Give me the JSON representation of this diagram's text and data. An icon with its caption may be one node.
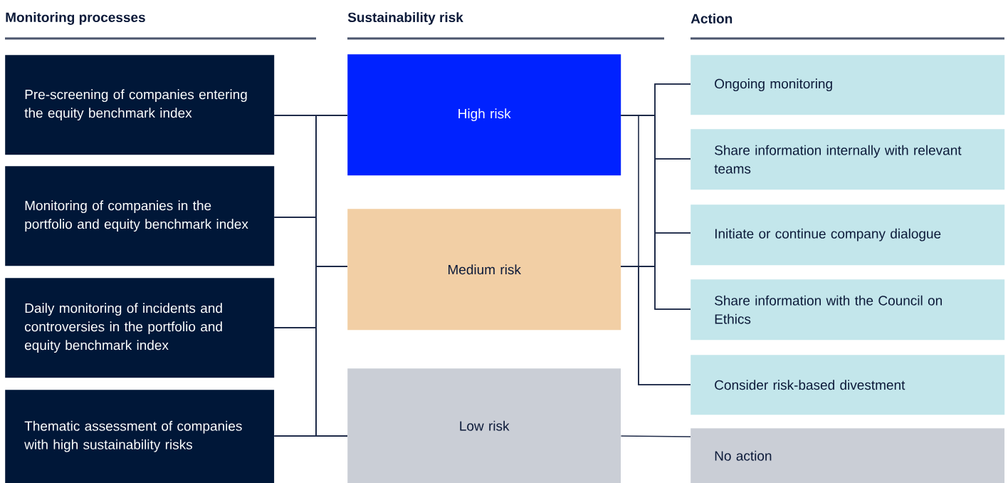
{
  "diagram": {
    "nodes": [
      {
        "text": [
          "Pre-screening of companies entering the equity benchmark index"
        ]
      },
      {
        "text": [
          "Monitoring of companies in the portfolio and equity benchmark index"
        ]
      },
      {
        "text": [
          "Daily monitoring of incidents and controversies in the portfolio and equity benchmark index"
        ]
      },
      {
        "text": [
          "Thematic assessment of companies with high sustainability risks"
        ]
      },
      {
        "text": [
          "High risk"
        ]
      },
      {
        "text": [
          "Medium risk"
        ]
      },
      {
        "text": [
          "Low risk"
        ]
      },
      {
        "text": [
          "Ongoing monitoring"
        ]
      },
      {
        "text": [
          "Share information internally with relevant teams"
        ]
      },
      {
        "text": [
          "Initiate or continue company dialogue"
        ]
      },
      {
        "text": [
          "Share information with the Council on Ethics"
        ]
      },
      {
        "text": [
          "Consider risk-based divestment"
        ]
      },
      {
        "text": [
          "No action"
        ]
      }
    ],
    "edges": [
      {
        "from": 0,
        "to": 4,
        "arrow": "none"
      },
      {
        "from": 0,
        "to": 5,
        "arrow": "none"
      },
      {
        "from": 0,
        "to": 6,
        "arrow": "none"
      },
      {
        "from": 1,
        "to": 4,
        "arrow": "none"
      },
      {
        "from": 1,
        "to": 5,
        "arrow": "none"
      },
      {
        "from": 1,
        "to": 6,
        "arrow": "none"
      },
      {
        "from": 2,
        "to": 4,
        "arrow": "none"
      },
      {
        "from": 2,
        "to": 5,
        "arrow": "none"
      },
      {
        "from": 2,
        "to": 6,
        "arrow": "none"
      },
      {
        "from": 3,
        "to": 4,
        "arrow": "none"
      },
      {
        "from": 3,
        "to": 5,
        "arrow": "none"
      },
      {
        "from": 3,
        "to": 6,
        "arrow": "none"
      },
      {
        "from": 4,
        "to": 7,
        "arrow": "none"
      },
      {
        "from": 4,
        "to": 8,
        "arrow": "none"
      },
      {
        "from": 4,
        "to": 9,
        "arrow": "none"
      },
      {
        "from": 4,
        "to": 10,
        "arrow": "none"
      },
      {
        "from": 4,
        "to": 11,
        "arrow": "none"
      },
      {
        "from": 5,
        "to": 7,
        "arrow": "none"
      },
      {
        "from": 5,
        "to": 8,
        "arrow": "none"
      },
      {
        "from": 5,
        "to": 9,
        "arrow": "none"
      },
      {
        "from": 5,
        "to": 10,
        "arrow": "none"
      },
      {
        "from": 5,
        "to": 11,
        "arrow": "none"
      },
      {
        "from": 6,
        "to": 12,
        "arrow": "none"
      }
    ],
    "labels": [
      "Monitoring processes",
      "Sustainability risk",
      "Action"
    ]
  }
}
